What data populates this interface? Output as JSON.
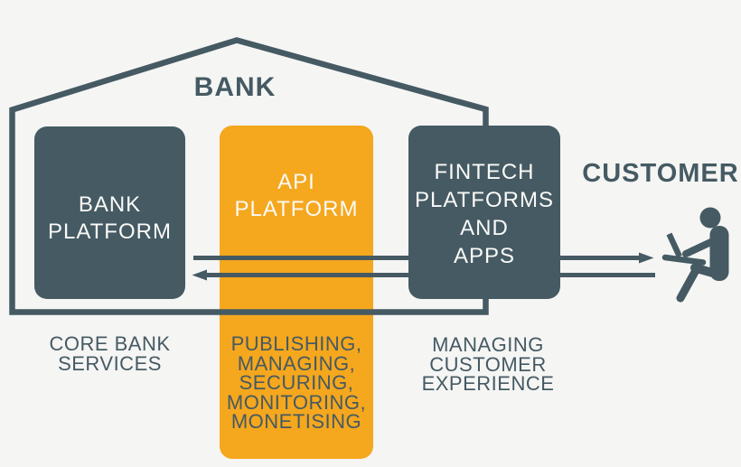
{
  "colors": {
    "slate": "#455A63",
    "orange": "#F5A71E",
    "background": "#F5F5F4",
    "box_text": "#FAFAF7"
  },
  "titles": {
    "bank": "BANK",
    "customer": "CUSTOMER"
  },
  "boxes": {
    "bank_platform": {
      "label": "BANK\nPLATFORM",
      "caption": "CORE BANK\nSERVICES"
    },
    "api_platform": {
      "label": "API\nPLATFORM",
      "caption": "PUBLISHING,\nMANAGING,\nSECURING,\nMONITORING,\nMONETISING"
    },
    "fintech": {
      "label": "FINTECH\nPLATFORMS\nAND\nAPPS",
      "caption": "MANAGING\nCUSTOMER\nEXPERIENCE"
    }
  },
  "icons": {
    "customer": "seated-person-with-laptop-icon",
    "house": "bank-house-outline",
    "arrow_right": "bank-to-customer-arrow",
    "arrow_left": "customer-to-bank-arrow"
  }
}
